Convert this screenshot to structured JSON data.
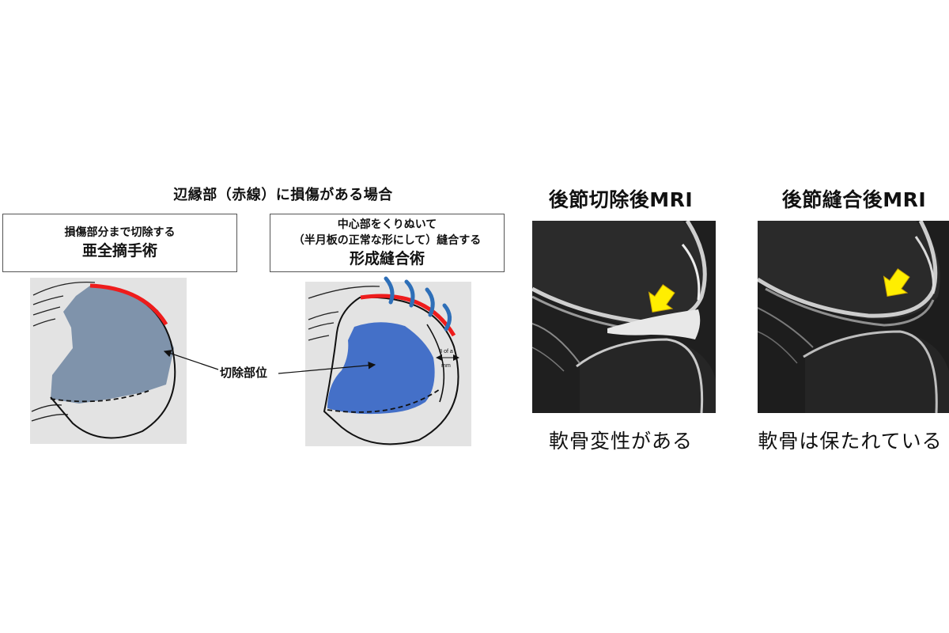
{
  "header": {
    "title": "辺縁部（赤線）に損傷がある場合"
  },
  "procedures": [
    {
      "subtitle": "損傷部分まで切除する",
      "name": "亜全摘手術"
    },
    {
      "subtitle_line1": "中心部をくりぬいて",
      "subtitle_line2": "（半月板の正常な形にして）縫合する",
      "name": "形成縫合術"
    }
  ],
  "diagram": {
    "cut_label": "切除部位",
    "measure_label_line1": "8 of a",
    "measure_label_line2": "mm",
    "colors": {
      "background": "#e3e3e3",
      "resected_left": "#7f93ab",
      "resected_right": "#4470c8",
      "injury": "#ee1c1c",
      "suture": "#2e6fb8"
    }
  },
  "mri": [
    {
      "title": "後節切除後MRI",
      "caption": "軟骨変性がある"
    },
    {
      "title": "後節縫合後MRI",
      "caption": "軟骨は保たれている"
    }
  ],
  "arrow_color": "#ffee00"
}
